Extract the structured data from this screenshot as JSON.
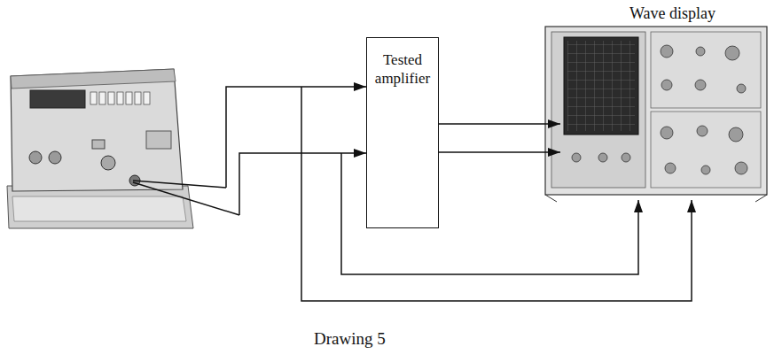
{
  "diagram": {
    "caption": "Drawing 5",
    "nodes": [
      {
        "text": [
          "Tested amplifier"
        ]
      },
      {
        "text": [
          "Wave display"
        ]
      }
    ],
    "edges": [
      {
        "from": 0,
        "to": 1,
        "arrow": "to"
      },
      {
        "from": 0,
        "to": 1,
        "arrow": "to"
      }
    ]
  }
}
